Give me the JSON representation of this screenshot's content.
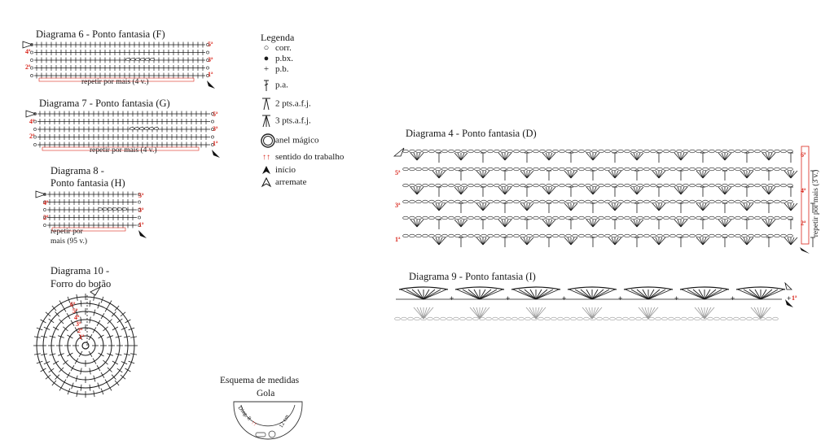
{
  "diagrams": {
    "d6": {
      "title": "Diagrama 6 - Ponto fantasia (F)",
      "repeat": "repetir por mais (4 v.)",
      "rows": [
        "5ª",
        "4ª",
        "3ª",
        "2ª",
        "1ª"
      ]
    },
    "d7": {
      "title": "Diagrama 7 - Ponto fantasia (G)",
      "repeat": "repetir por mais (4 v.)",
      "rows": [
        "5ª",
        "4ª",
        "3ª",
        "2ª",
        "1ª"
      ]
    },
    "d8": {
      "title_line1": "Diagrama 8 -",
      "title_line2": "Ponto fantasia (H)",
      "repeat_line1": "repetir por",
      "repeat_line2": "mais (95 v.)",
      "rows": [
        "5ª",
        "4ª",
        "3ª",
        "2ª",
        "1ª"
      ]
    },
    "d10": {
      "title_line1": "Diagrama 10 -",
      "title_line2": "Forro do botão",
      "rows": [
        "6ª",
        "5ª",
        "4ª",
        "3ª",
        "2ª",
        "1ª"
      ]
    },
    "d4": {
      "title": "Diagrama 4 - Ponto fantasia (D)",
      "repeat": "repetir por mais (3 v.)",
      "rows": [
        "6ª",
        "5ª",
        "4ª",
        "3ª",
        "2ª",
        "1ª"
      ]
    },
    "d9": {
      "title": "Diagrama 9 - Ponto fantasia (I)",
      "rows": [
        "1ª"
      ]
    }
  },
  "legend": {
    "title": "Legenda",
    "items": [
      {
        "symbol": "chain-icon",
        "label": "corr."
      },
      {
        "symbol": "slip-stitch-icon",
        "label": "p.bx."
      },
      {
        "symbol": "single-crochet-icon",
        "label": "p.b."
      },
      {
        "symbol": "double-crochet-icon",
        "label": "p.a."
      },
      {
        "symbol": "two-together-icon",
        "label": "2 pts.a.f.j."
      },
      {
        "symbol": "three-together-icon",
        "label": "3 pts.a.f.j."
      },
      {
        "symbol": "magic-ring-icon",
        "label": "anel mágico"
      },
      {
        "symbol": "direction-arrows-icon",
        "label": "sentido do trabalho"
      },
      {
        "symbol": "start-arrow-icon",
        "label": "início"
      },
      {
        "symbol": "finish-arrow-icon",
        "label": "arremate"
      }
    ]
  },
  "schema": {
    "title": "Esquema de medidas",
    "subtitle": "Gola",
    "label_left": "Diag. 8",
    "label_right": "12 cm"
  },
  "colors": {
    "red": "#d9261c",
    "ink": "#1a1a1a",
    "grey": "#9a9a9a"
  }
}
